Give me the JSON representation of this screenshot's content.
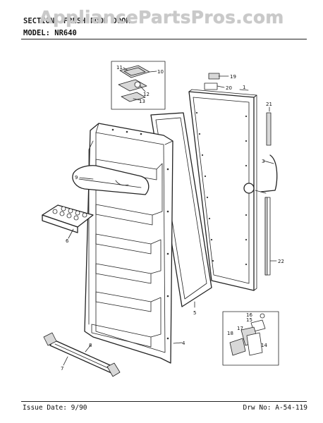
{
  "watermark": "AppliancePartsPros.com",
  "header": {
    "section": "SECTION: FRESH FOOD DOOR",
    "model": "MODEL: NR640"
  },
  "footer": {
    "issue_date": "Issue Date: 9/90",
    "drawing_no": "Drw No: A-54-119"
  },
  "callouts": [
    "1",
    "3",
    "4",
    "5",
    "6",
    "7",
    "8",
    "9",
    "10",
    "11",
    "12",
    "13",
    "14",
    "15",
    "16",
    "17",
    "18",
    "19",
    "20",
    "21",
    "22"
  ]
}
